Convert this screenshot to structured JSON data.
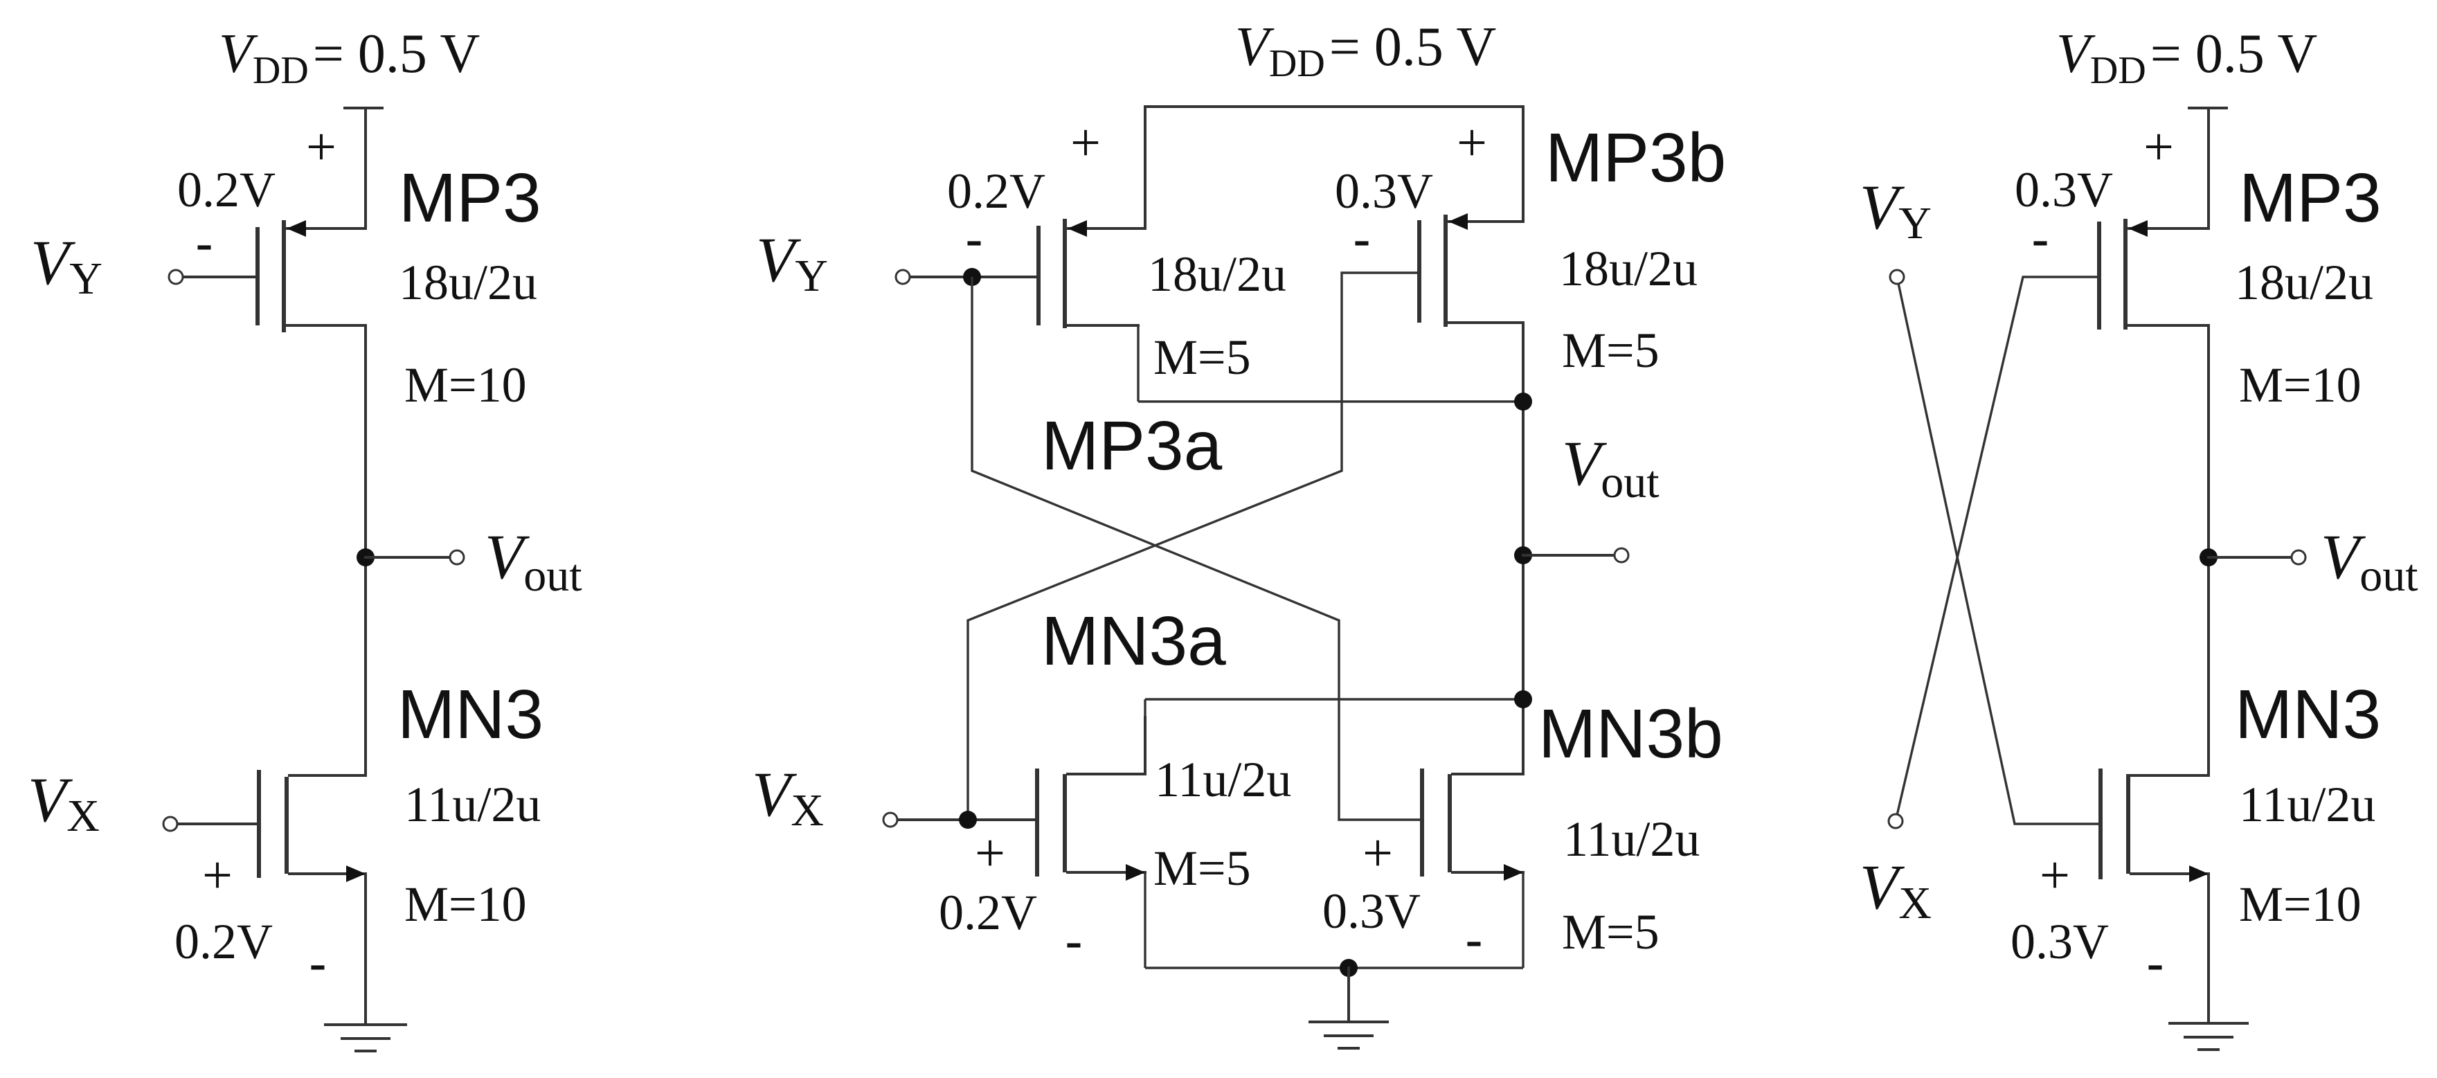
{
  "left": {
    "vdd": {
      "symbol": "V",
      "sub": "DD",
      "value": "= 0.5 V"
    },
    "pmos": {
      "name": "MP3",
      "size": "18u/2u",
      "mult": "M=10",
      "bias": "0.2V",
      "plus": "+",
      "minus": "-"
    },
    "nmos": {
      "name": "MN3",
      "size": "11u/2u",
      "mult": "M=10",
      "bias": "0.2V",
      "plus": "+",
      "minus": "-"
    },
    "in_y": {
      "symbol": "V",
      "sub": "Y"
    },
    "in_x": {
      "symbol": "V",
      "sub": "X"
    },
    "out": {
      "symbol": "V",
      "sub": "out"
    }
  },
  "middle": {
    "vdd": {
      "symbol": "V",
      "sub": "DD",
      "value": "= 0.5 V"
    },
    "pmos_a": {
      "name": "MP3a",
      "size": "18u/2u",
      "mult": "M=5",
      "bias": "0.2V",
      "plus": "+",
      "minus": "-"
    },
    "pmos_b": {
      "name": "MP3b",
      "size": "18u/2u",
      "mult": "M=5",
      "bias": "0.3V",
      "plus": "+",
      "minus": "-"
    },
    "nmos_a": {
      "name": "MN3a",
      "size": "11u/2u",
      "mult": "M=5",
      "bias": "0.2V",
      "plus": "+",
      "minus": "-"
    },
    "nmos_b": {
      "name": "MN3b",
      "size": "11u/2u",
      "mult": "M=5",
      "bias": "0.3V",
      "plus": "+",
      "minus": "-"
    },
    "in_y": {
      "symbol": "V",
      "sub": "Y"
    },
    "in_x": {
      "symbol": "V",
      "sub": "X"
    },
    "out": {
      "symbol": "V",
      "sub": "out"
    }
  },
  "right": {
    "vdd": {
      "symbol": "V",
      "sub": "DD",
      "value": "= 0.5 V"
    },
    "pmos": {
      "name": "MP3",
      "size": "18u/2u",
      "mult": "M=10",
      "bias": "0.3V",
      "plus": "+",
      "minus": "-"
    },
    "nmos": {
      "name": "MN3",
      "size": "11u/2u",
      "mult": "M=10",
      "bias": "0.3V",
      "plus": "+",
      "minus": "-"
    },
    "in_y": {
      "symbol": "V",
      "sub": "Y"
    },
    "in_x": {
      "symbol": "V",
      "sub": "X"
    },
    "out": {
      "symbol": "V",
      "sub": "out"
    }
  }
}
